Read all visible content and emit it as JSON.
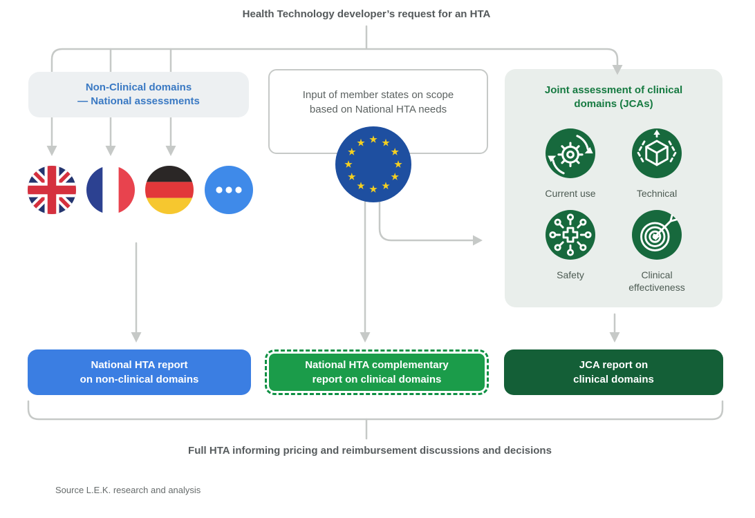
{
  "title": "Health Technology developer’s request for an HTA",
  "non_clinical": {
    "header": "Non-Clinical domains\n— National assessments"
  },
  "member_states": {
    "label": "Input of member states on scope\nbased on National HTA needs"
  },
  "flags": [
    {
      "name": "uk-flag"
    },
    {
      "name": "france-flag"
    },
    {
      "name": "germany-flag"
    },
    {
      "name": "more-countries"
    }
  ],
  "jca": {
    "title": "Joint assessment of clinical\ndomains (JCAs)",
    "items": [
      {
        "icon": "current-use-icon",
        "label": "Current use"
      },
      {
        "icon": "technical-icon",
        "label": "Technical"
      },
      {
        "icon": "safety-icon",
        "label": "Safety"
      },
      {
        "icon": "clinical-effectiveness-icon",
        "label": "Clinical\neffectiveness"
      }
    ]
  },
  "outputs": {
    "national_report": "National HTA report\non non-clinical domains",
    "complementary_report": "National HTA complementary\nreport on clinical domains",
    "jca_report": "JCA report on\nclinical domains"
  },
  "footer": "Full HTA informing pricing and reimbursement discussions and decisions",
  "source": "Source L.E.K. research and analysis",
  "colors": {
    "accent_blue": "#3b7ee2",
    "blue_text": "#3a79c3",
    "green_medium": "#1b9c4a",
    "green_dark": "#145f37",
    "green_icon_circle": "#17693d",
    "green_title_text": "#167a41",
    "line_gray": "#c6c9c7",
    "panel_gray": "#edf0f2",
    "panel_green_tint": "#e9eeeb",
    "eu_blue": "#1e4fa0",
    "eu_star_yellow": "#f5d020",
    "heading_gray": "#54595b"
  }
}
